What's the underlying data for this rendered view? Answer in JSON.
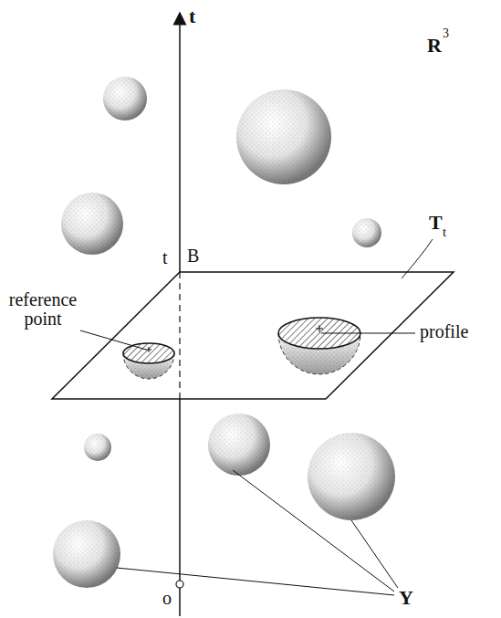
{
  "diagram": {
    "labels": [
      "t",
      "R",
      "3",
      "T",
      "t",
      "t",
      "B",
      "reference point",
      "profile",
      "o",
      "Y"
    ]
  }
}
